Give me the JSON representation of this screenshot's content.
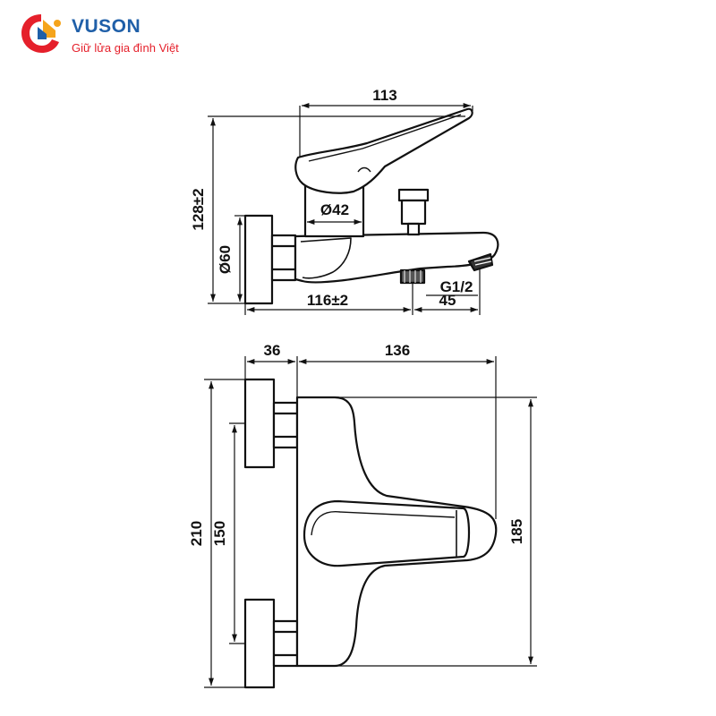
{
  "brand": {
    "name": "VUSON",
    "tagline": "Giữ lửa gia đình Việt",
    "colors": {
      "primary": "#e5202b",
      "accent": "#f5a41c",
      "secondary": "#1f5fa8",
      "name": "#1f5fa8",
      "tagline": "#e5202b"
    }
  },
  "side_view": {
    "dims": {
      "handle_length": "113",
      "height": "128±2",
      "body_diameter": "Ø42",
      "cap_diameter": "Ø60",
      "thread": "G1/2",
      "spout_reach": "116±2",
      "outlet_offset": "45"
    }
  },
  "front_view": {
    "dims": {
      "cap_depth": "36",
      "body_width": "136",
      "total_height": "210",
      "center_distance": "150",
      "body_height": "185"
    }
  }
}
